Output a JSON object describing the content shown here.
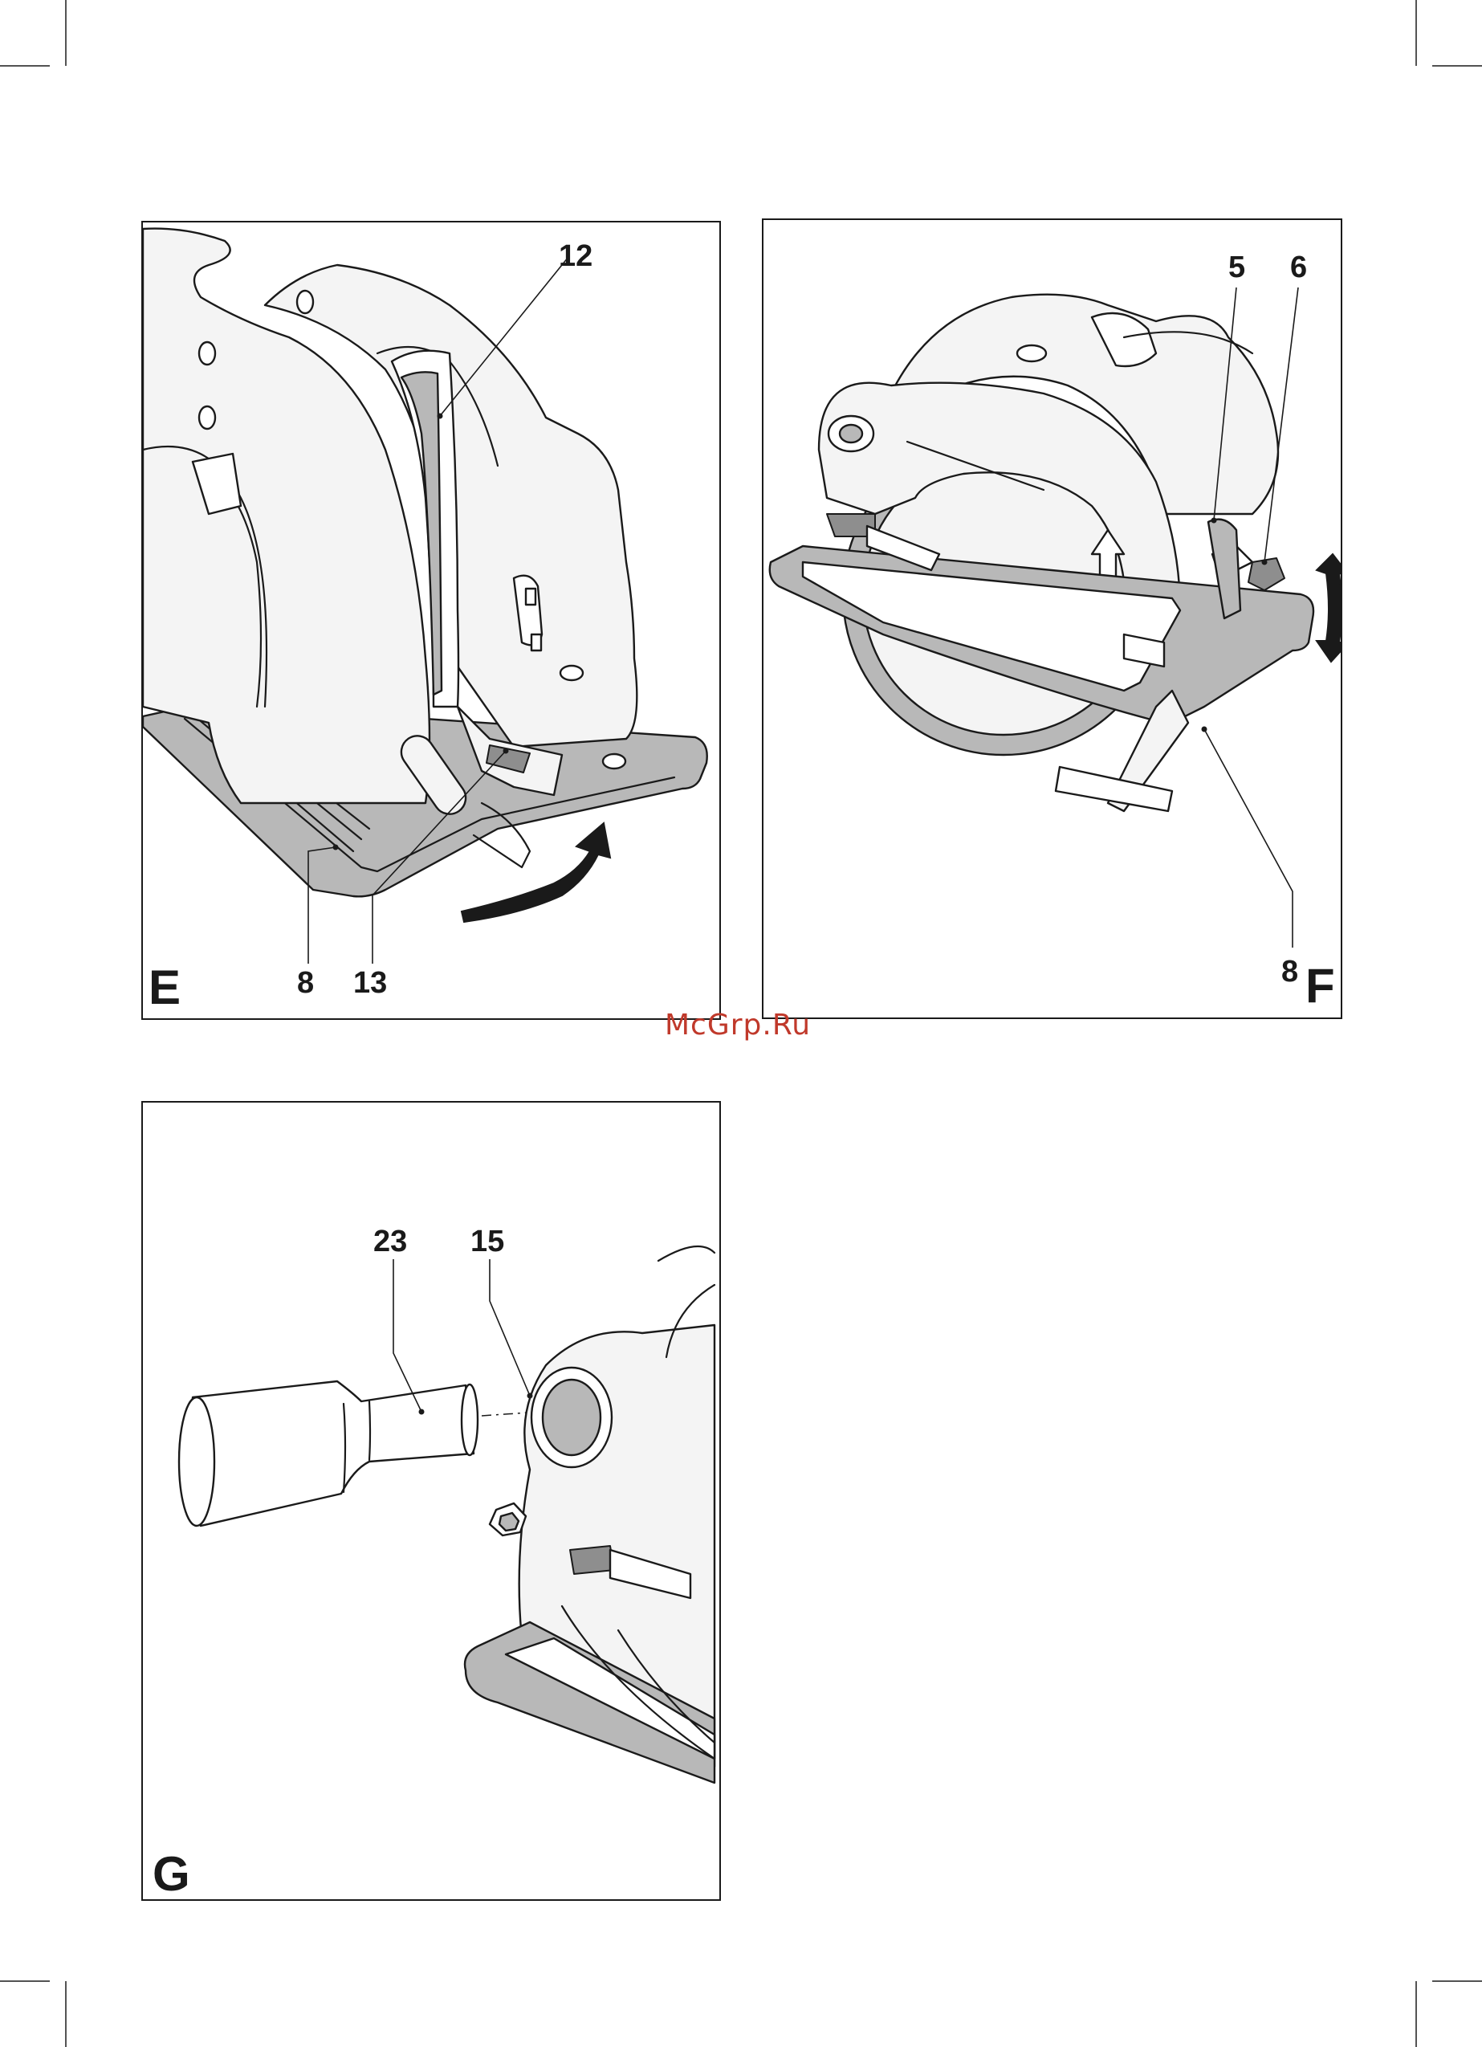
{
  "watermark": "McGrp.Ru",
  "panels": {
    "e": {
      "letter": "E",
      "callouts": {
        "c12": "12",
        "c8": "8",
        "c13": "13"
      },
      "icons": [
        "blade-guard",
        "lever",
        "base-plate",
        "rotate-arrow"
      ]
    },
    "f": {
      "letter": "F",
      "callouts": {
        "c5": "5",
        "c6": "6",
        "c8": "8"
      },
      "icons": [
        "circular-saw",
        "depth-adjust-arrow",
        "parallel-guide"
      ]
    },
    "g": {
      "letter": "G",
      "callouts": {
        "c23": "23",
        "c15": "15"
      },
      "icons": [
        "dust-extraction-adapter",
        "dust-outlet",
        "saw-guard"
      ]
    }
  }
}
